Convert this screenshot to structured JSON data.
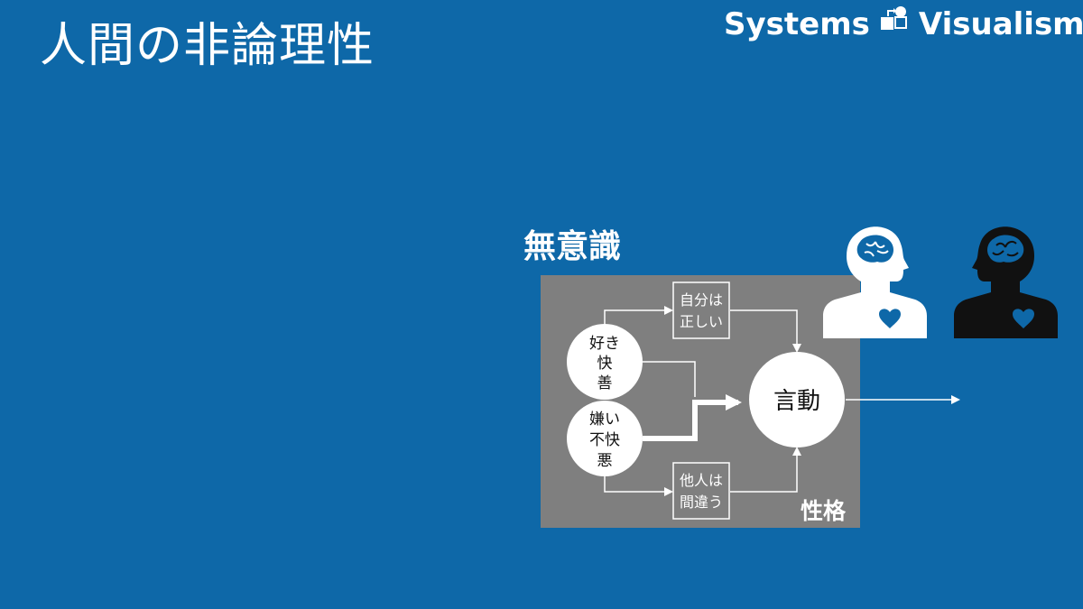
{
  "title": "人間の非論理性",
  "brand": {
    "name_left": "Systems",
    "name_right": "Visualism",
    "logo_icon": "systems-visualism-logo-icon"
  },
  "section_label": "無意識",
  "diagram": {
    "box_label": "性格",
    "like_node": [
      "好き",
      "快",
      "善"
    ],
    "dislike_node": [
      "嫌い",
      "不快",
      "悪"
    ],
    "self_right_box": [
      "自分は",
      "正しい"
    ],
    "others_wrong_box": [
      "他人は",
      "間違う"
    ],
    "action_node": "言動"
  },
  "icons": {
    "person_light": "person-brain-heart-icon",
    "person_dark": "person-brain-heart-icon"
  },
  "colors": {
    "background": "#0e68a8",
    "box_fill": "#7f7f7f",
    "white": "#ffffff",
    "dark_person": "#111111"
  }
}
